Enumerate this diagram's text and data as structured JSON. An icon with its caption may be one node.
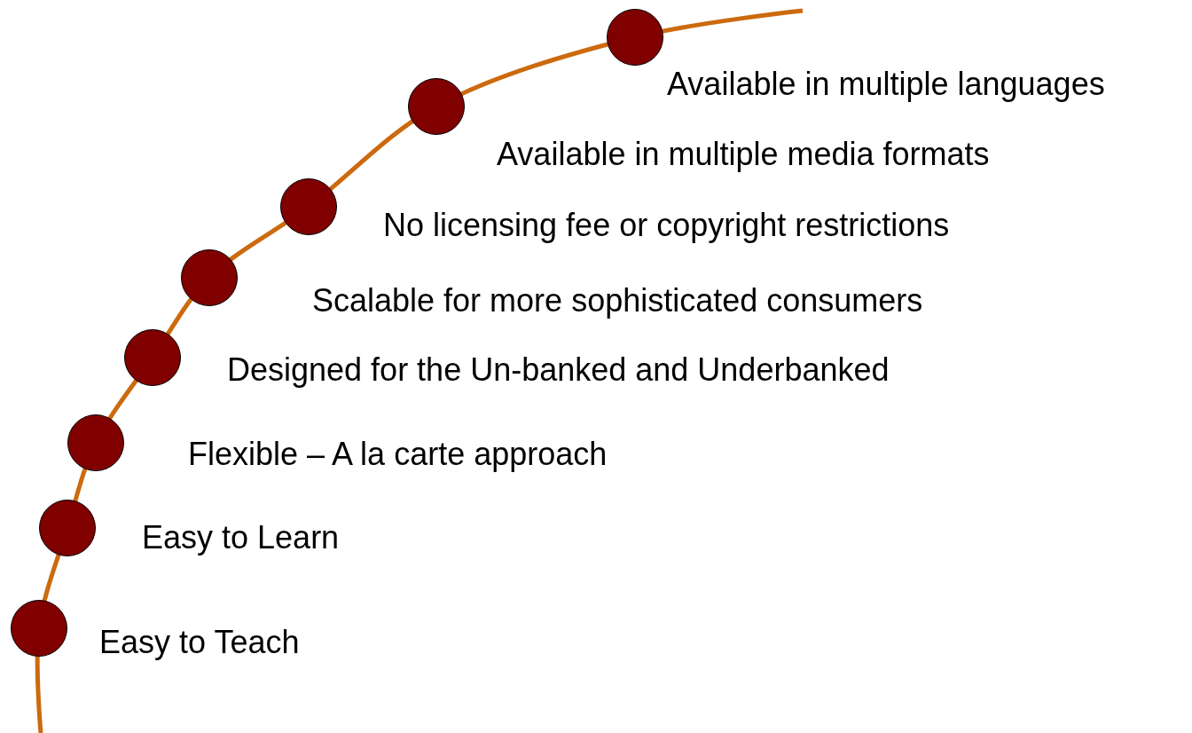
{
  "diagram": {
    "nodes": [
      {
        "text": [],
        "shape": "circle",
        "beside": [
          "Available in multiple languages"
        ]
      },
      {
        "text": [],
        "shape": "circle",
        "beside": [
          "Available in multiple media formats"
        ]
      },
      {
        "text": [],
        "shape": "circle",
        "beside": [
          "No licensing fee or copyright restrictions"
        ]
      },
      {
        "text": [],
        "shape": "circle",
        "beside": [
          "Scalable for more sophisticated consumers"
        ]
      },
      {
        "text": [],
        "shape": "circle",
        "beside": [
          "Designed for the Un-banked and Underbanked"
        ]
      },
      {
        "text": [],
        "shape": "circle",
        "beside": [
          "Flexible – A la carte approach"
        ]
      },
      {
        "text": [],
        "shape": "circle",
        "beside": [
          "Easy to Learn"
        ]
      },
      {
        "text": [],
        "shape": "circle",
        "beside": [
          "Easy to Teach"
        ]
      }
    ]
  }
}
